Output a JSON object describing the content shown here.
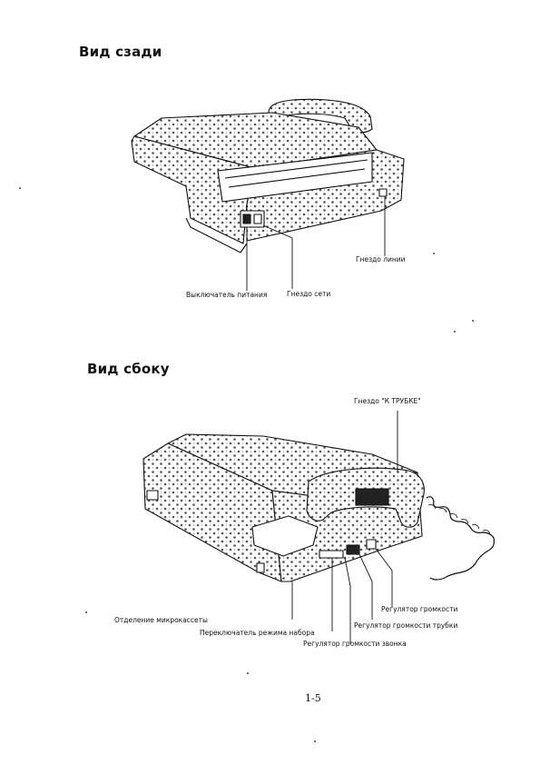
{
  "rear_view": {
    "heading": "Вид сзади",
    "labels": {
      "line_jack": "Гнездо линии",
      "power_switch": "Выключатель питания",
      "power_socket": "Гнездо сети"
    }
  },
  "side_view": {
    "heading": "Вид сбоку",
    "labels": {
      "handset_jack": "Гнездо \"К ТРУБКЕ\"",
      "microcassette": "Отделение микрокассеты",
      "dial_mode": "Переключатель режима набора",
      "speaker_volume": "Регулятор громкости",
      "handset_volume": "Регулятор громкости трубки",
      "ringer_volume": "Регулятор громкости звонка"
    }
  },
  "page_number": "1-5"
}
